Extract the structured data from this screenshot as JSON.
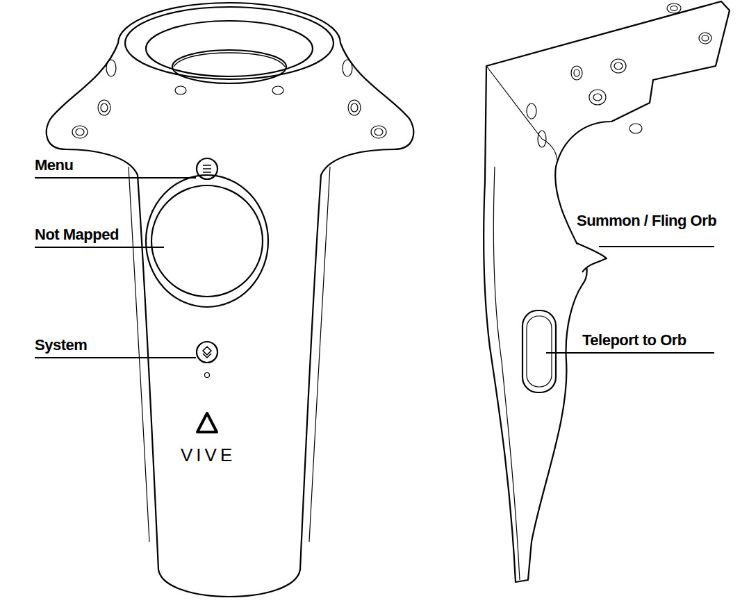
{
  "diagram": {
    "labels": [
      "Menu",
      "Not Mapped",
      "System",
      "Summon / Fling Orb",
      "Teleport to Orb",
      "VIVE"
    ]
  }
}
